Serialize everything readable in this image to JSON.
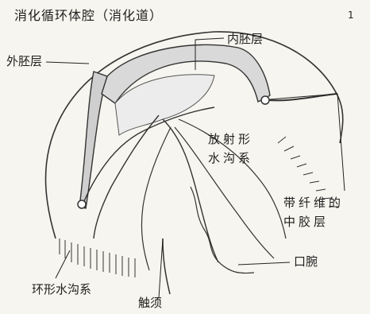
{
  "page_number": "1",
  "title": "消化循环体腔（消化道）",
  "labels": {
    "endoderm": "内胚层",
    "ectoderm": "外胚层",
    "radial_canal_line1": "放射形",
    "radial_canal_line2": "水沟系",
    "mesoglea_line1": "带纤维的",
    "mesoglea_line2": "中胶层",
    "ring_canal": "环形水沟系",
    "manubrium": "口腕",
    "tentacle": "触须"
  }
}
